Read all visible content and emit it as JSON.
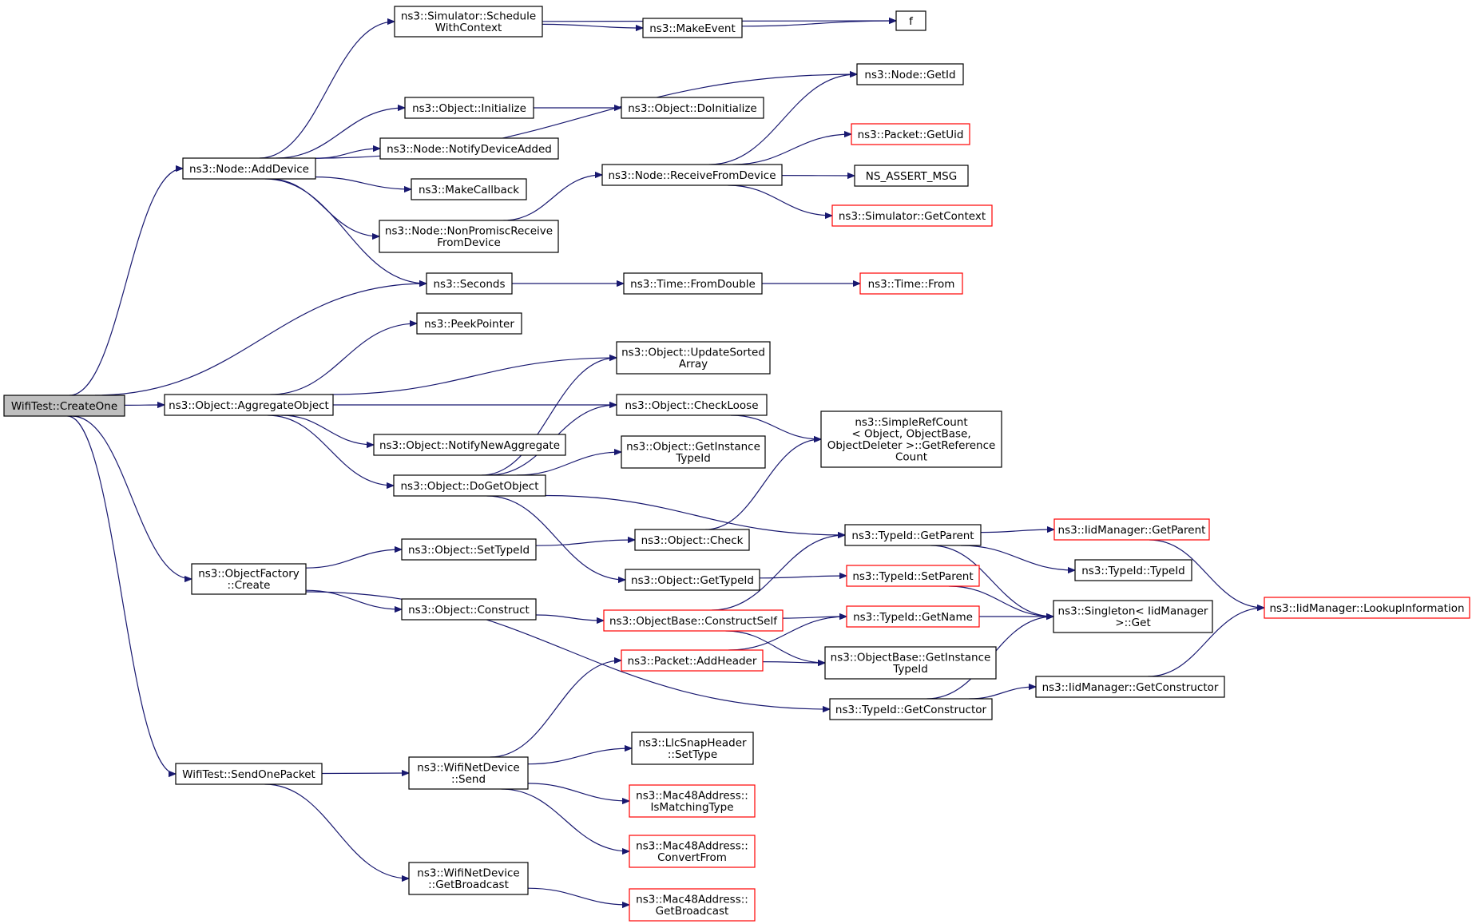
{
  "colors": {
    "edge": "#191970",
    "broken_link_border": "#ff0000",
    "normal_border": "#000000",
    "root_fill": "#bfbfbf"
  },
  "nodes": [
    {
      "id": "root",
      "lines": [
        "WifiTest::CreateOne"
      ],
      "style": "root"
    },
    {
      "id": "schedctx",
      "lines": [
        "ns3::Simulator::Schedule",
        "WithContext"
      ]
    },
    {
      "id": "f",
      "lines": [
        "f"
      ]
    },
    {
      "id": "makeevent",
      "lines": [
        "ns3::MakeEvent"
      ]
    },
    {
      "id": "getid",
      "lines": [
        "ns3::Node::GetId"
      ]
    },
    {
      "id": "objinit",
      "lines": [
        "ns3::Object::Initialize"
      ]
    },
    {
      "id": "doinit",
      "lines": [
        "ns3::Object::DoInitialize"
      ]
    },
    {
      "id": "pktuid",
      "lines": [
        "ns3::Packet::GetUid"
      ],
      "style": "red"
    },
    {
      "id": "notifydev",
      "lines": [
        "ns3::Node::NotifyDeviceAdded"
      ]
    },
    {
      "id": "adddevice",
      "lines": [
        "ns3::Node::AddDevice"
      ]
    },
    {
      "id": "recvdev",
      "lines": [
        "ns3::Node::ReceiveFromDevice"
      ]
    },
    {
      "id": "assertmsg",
      "lines": [
        "NS_ASSERT_MSG"
      ]
    },
    {
      "id": "makecb",
      "lines": [
        "ns3::MakeCallback"
      ]
    },
    {
      "id": "getctx",
      "lines": [
        "ns3::Simulator::GetContext"
      ],
      "style": "red"
    },
    {
      "id": "nonpromisc",
      "lines": [
        "ns3::Node::NonPromiscReceive",
        "FromDevice"
      ]
    },
    {
      "id": "seconds",
      "lines": [
        "ns3::Seconds"
      ]
    },
    {
      "id": "fromdouble",
      "lines": [
        "ns3::Time::FromDouble"
      ]
    },
    {
      "id": "timefrom",
      "lines": [
        "ns3::Time::From"
      ],
      "style": "red"
    },
    {
      "id": "peekptr",
      "lines": [
        "ns3::PeekPointer"
      ]
    },
    {
      "id": "updsorted",
      "lines": [
        "ns3::Object::UpdateSorted",
        "Array"
      ]
    },
    {
      "id": "aggobj",
      "lines": [
        "ns3::Object::AggregateObject"
      ]
    },
    {
      "id": "checkloose",
      "lines": [
        "ns3::Object::CheckLoose"
      ]
    },
    {
      "id": "simpleref",
      "lines": [
        "ns3::SimpleRefCount",
        "< Object, ObjectBase,",
        "ObjectDeleter >::GetReference",
        "Count"
      ]
    },
    {
      "id": "notifyagg",
      "lines": [
        "ns3::Object::NotifyNewAggregate"
      ]
    },
    {
      "id": "getinsttid",
      "lines": [
        "ns3::Object::GetInstance",
        "TypeId"
      ]
    },
    {
      "id": "dogetobj",
      "lines": [
        "ns3::Object::DoGetObject"
      ]
    },
    {
      "id": "tidgetparent",
      "lines": [
        "ns3::TypeId::GetParent"
      ]
    },
    {
      "id": "iidgetparent",
      "lines": [
        "ns3::IidManager::GetParent"
      ],
      "style": "red"
    },
    {
      "id": "objcheck",
      "lines": [
        "ns3::Object::Check"
      ]
    },
    {
      "id": "settypeid",
      "lines": [
        "ns3::Object::SetTypeId"
      ]
    },
    {
      "id": "typeidctor",
      "lines": [
        "ns3::TypeId::TypeId"
      ]
    },
    {
      "id": "factcreate",
      "lines": [
        "ns3::ObjectFactory",
        "::Create"
      ]
    },
    {
      "id": "objgettid",
      "lines": [
        "ns3::Object::GetTypeId"
      ]
    },
    {
      "id": "tidsetparent",
      "lines": [
        "ns3::TypeId::SetParent"
      ],
      "style": "red"
    },
    {
      "id": "lookupinfo",
      "lines": [
        "ns3::IidManager::LookupInformation"
      ],
      "style": "red"
    },
    {
      "id": "construct",
      "lines": [
        "ns3::Object::Construct"
      ]
    },
    {
      "id": "singleton",
      "lines": [
        "ns3::Singleton< IidManager",
        ">::Get"
      ]
    },
    {
      "id": "cself",
      "lines": [
        "ns3::ObjectBase::ConstructSelf"
      ],
      "style": "red"
    },
    {
      "id": "tidgetname",
      "lines": [
        "ns3::TypeId::GetName"
      ],
      "style": "red"
    },
    {
      "id": "addheader",
      "lines": [
        "ns3::Packet::AddHeader"
      ],
      "style": "red"
    },
    {
      "id": "objbasegit",
      "lines": [
        "ns3::ObjectBase::GetInstance",
        "TypeId"
      ]
    },
    {
      "id": "iidgetctor",
      "lines": [
        "ns3::IidManager::GetConstructor"
      ]
    },
    {
      "id": "tidgetctor",
      "lines": [
        "ns3::TypeId::GetConstructor"
      ]
    },
    {
      "id": "llcsettype",
      "lines": [
        "ns3::LlcSnapHeader",
        "::SetType"
      ]
    },
    {
      "id": "sendone",
      "lines": [
        "WifiTest::SendOnePacket"
      ]
    },
    {
      "id": "wifisend",
      "lines": [
        "ns3::WifiNetDevice",
        "::Send"
      ]
    },
    {
      "id": "ismatching",
      "lines": [
        "ns3::Mac48Address::",
        "IsMatchingType"
      ],
      "style": "red"
    },
    {
      "id": "convertfrom",
      "lines": [
        "ns3::Mac48Address::",
        "ConvertFrom"
      ],
      "style": "red"
    },
    {
      "id": "wifibcast",
      "lines": [
        "ns3::WifiNetDevice",
        "::GetBroadcast"
      ]
    },
    {
      "id": "macbcast",
      "lines": [
        "ns3::Mac48Address::",
        "GetBroadcast"
      ],
      "style": "red"
    }
  ],
  "edges": [
    [
      "root",
      "adddevice"
    ],
    [
      "root",
      "seconds"
    ],
    [
      "root",
      "aggobj"
    ],
    [
      "root",
      "factcreate"
    ],
    [
      "root",
      "sendone"
    ],
    [
      "adddevice",
      "schedctx"
    ],
    [
      "adddevice",
      "getid"
    ],
    [
      "adddevice",
      "objinit"
    ],
    [
      "adddevice",
      "notifydev"
    ],
    [
      "adddevice",
      "makecb"
    ],
    [
      "adddevice",
      "nonpromisc"
    ],
    [
      "adddevice",
      "seconds"
    ],
    [
      "schedctx",
      "f"
    ],
    [
      "schedctx",
      "makeevent"
    ],
    [
      "makeevent",
      "f"
    ],
    [
      "objinit",
      "doinit"
    ],
    [
      "nonpromisc",
      "recvdev"
    ],
    [
      "recvdev",
      "getid"
    ],
    [
      "recvdev",
      "pktuid"
    ],
    [
      "recvdev",
      "assertmsg"
    ],
    [
      "recvdev",
      "getctx"
    ],
    [
      "seconds",
      "fromdouble"
    ],
    [
      "fromdouble",
      "timefrom"
    ],
    [
      "aggobj",
      "peekptr"
    ],
    [
      "aggobj",
      "updsorted"
    ],
    [
      "aggobj",
      "checkloose"
    ],
    [
      "aggobj",
      "notifyagg"
    ],
    [
      "aggobj",
      "dogetobj"
    ],
    [
      "dogetobj",
      "updsorted"
    ],
    [
      "dogetobj",
      "checkloose"
    ],
    [
      "dogetobj",
      "getinsttid"
    ],
    [
      "dogetobj",
      "tidgetparent"
    ],
    [
      "dogetobj",
      "objgettid"
    ],
    [
      "checkloose",
      "simpleref"
    ],
    [
      "objcheck",
      "simpleref"
    ],
    [
      "factcreate",
      "settypeid"
    ],
    [
      "factcreate",
      "construct"
    ],
    [
      "factcreate",
      "tidgetctor"
    ],
    [
      "settypeid",
      "objcheck"
    ],
    [
      "objgettid",
      "tidsetparent"
    ],
    [
      "construct",
      "cself"
    ],
    [
      "cself",
      "tidgetparent"
    ],
    [
      "cself",
      "tidgetname"
    ],
    [
      "cself",
      "objbasegit"
    ],
    [
      "tidgetparent",
      "iidgetparent"
    ],
    [
      "tidgetparent",
      "typeidctor"
    ],
    [
      "tidgetparent",
      "singleton"
    ],
    [
      "iidgetparent",
      "lookupinfo"
    ],
    [
      "tidsetparent",
      "singleton"
    ],
    [
      "tidgetname",
      "singleton"
    ],
    [
      "tidgetctor",
      "singleton"
    ],
    [
      "tidgetctor",
      "iidgetctor"
    ],
    [
      "iidgetctor",
      "lookupinfo"
    ],
    [
      "addheader",
      "tidgetname"
    ],
    [
      "addheader",
      "objbasegit"
    ],
    [
      "sendone",
      "wifisend"
    ],
    [
      "sendone",
      "wifibcast"
    ],
    [
      "wifisend",
      "addheader"
    ],
    [
      "wifisend",
      "llcsettype"
    ],
    [
      "wifisend",
      "ismatching"
    ],
    [
      "wifisend",
      "convertfrom"
    ],
    [
      "wifibcast",
      "macbcast"
    ]
  ]
}
